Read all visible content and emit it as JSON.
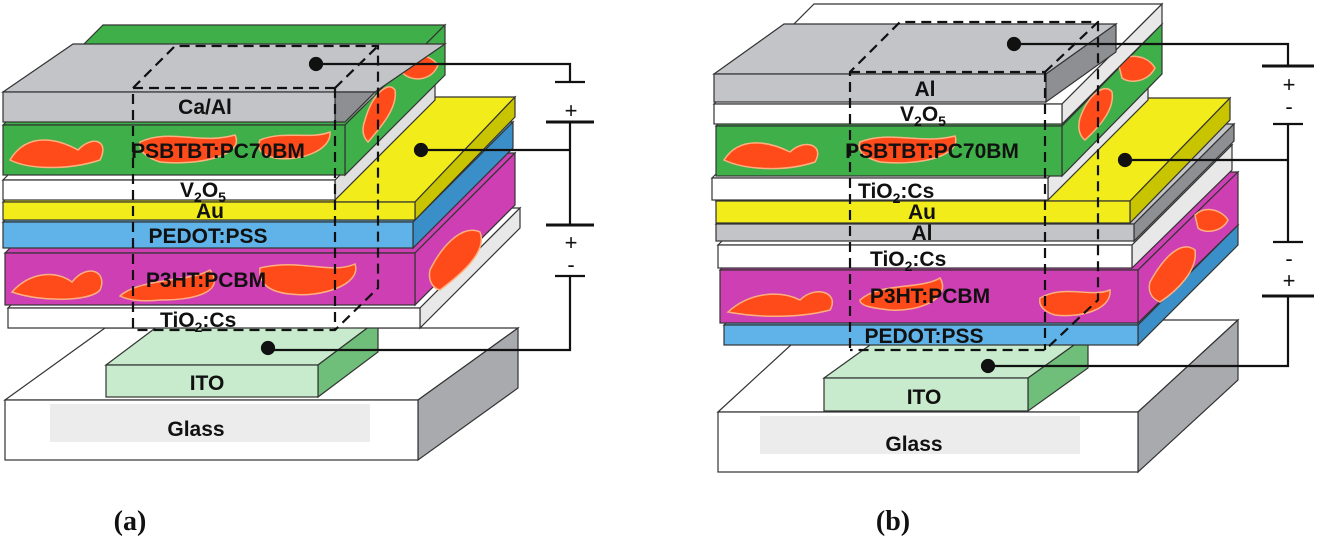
{
  "panels": [
    {
      "caption": "(a)",
      "layers": {
        "top_electrode": "Ca/Al",
        "active_top": "PSBTBT:PC70BM",
        "v2o5_base": "V",
        "v2o5_sub1": "2",
        "v2o5_mid": "O",
        "v2o5_sub2": "5",
        "middle_electrode": "Au",
        "pedot": "PEDOT:PSS",
        "active_bottom": "P3HT:PCBM",
        "tio2_base": "TiO",
        "tio2_sub": "2",
        "tio2_suffix": ":Cs",
        "bottom_electrode": "ITO",
        "substrate": "Glass"
      },
      "battery_signs": {
        "upper_plus": "+",
        "lower_plus": "+",
        "lower_minus": "-"
      }
    },
    {
      "caption": "(b)",
      "layers": {
        "top_electrode": "Al",
        "v2o5_base": "V",
        "v2o5_sub1": "2",
        "v2o5_mid": "O",
        "v2o5_sub2": "5",
        "active_top": "PSBTBT:PC70BM",
        "tio2_upper_base": "TiO",
        "tio2_upper_sub": "2",
        "tio2_upper_suffix": ":Cs",
        "middle_electrode_au": "Au",
        "middle_electrode_al": "Al",
        "tio2_lower_base": "TiO",
        "tio2_lower_sub": "2",
        "tio2_lower_suffix": ":Cs",
        "active_bottom": "P3HT:PCBM",
        "pedot": "PEDOT:PSS",
        "bottom_electrode": "ITO",
        "substrate": "Glass"
      },
      "battery_signs": {
        "upper_plus": "+",
        "upper_minus": "-",
        "lower_minus": "-",
        "lower_plus": "+"
      }
    }
  ],
  "colors": {
    "gray": "#c3c4c8",
    "green": "#3fb049",
    "white": "#ffffff",
    "yellow": "#f1ec1a",
    "blue": "#5fb3e8",
    "magenta": "#cf3fb4",
    "ito": "#c7ebcc",
    "glass": "#ffffff",
    "blob": "#ff4a1a"
  }
}
